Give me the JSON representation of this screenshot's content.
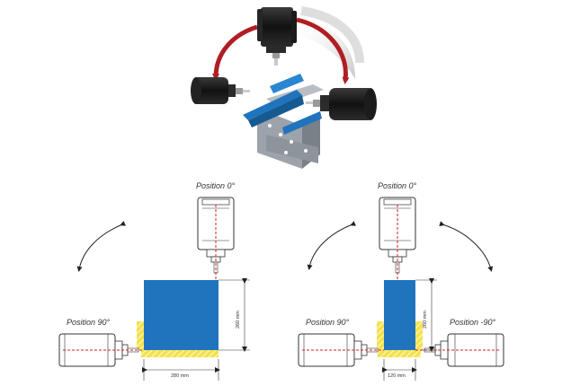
{
  "left_diagram": {
    "label_top": "Position 0°",
    "label_side": "Position 90°",
    "dim_width": "280 mm",
    "dim_height": "260 mm"
  },
  "right_diagram": {
    "label_top": "Position 0°",
    "label_left": "Position 90°",
    "label_right": "Position -90°",
    "dim_width": "120 mm",
    "dim_height": "260 mm"
  },
  "colors": {
    "block": "#1f74bd",
    "arrow_red": "#b01e23",
    "hatch_yellow": "#f3e24a",
    "centerline": "#d61f26",
    "head_dark": "#1f1f1f"
  },
  "icons": [
    "spindle-head-icon",
    "rotation-arrow-icon",
    "fixture-icon"
  ]
}
